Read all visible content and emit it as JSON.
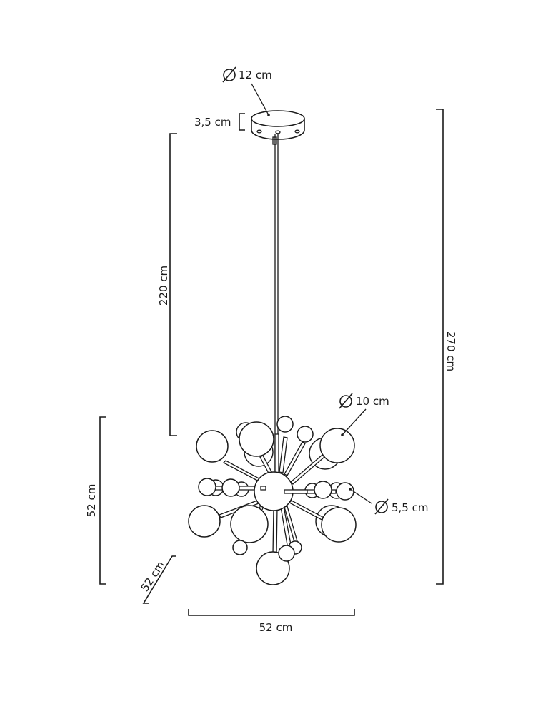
{
  "diagram": {
    "type": "product-dimension-drawing",
    "subject": "pendant lamp with globes",
    "dimensions": {
      "canopy_diameter": {
        "symbol": "⌀",
        "label": "12 cm"
      },
      "canopy_height": {
        "label": "3,5 cm"
      },
      "cable_length": {
        "label": "220 cm"
      },
      "total_height": {
        "label": "270 cm"
      },
      "large_globe_diameter": {
        "symbol": "⌀",
        "label": "10 cm"
      },
      "small_globe_diameter": {
        "symbol": "⌀",
        "label": "5,5 cm"
      },
      "fixture_height": {
        "label": "52 cm"
      },
      "fixture_depth": {
        "label": "52 cm"
      },
      "fixture_width": {
        "label": "52 cm"
      }
    },
    "colors": {
      "line": "#1a1a1a",
      "background": "#ffffff"
    }
  }
}
